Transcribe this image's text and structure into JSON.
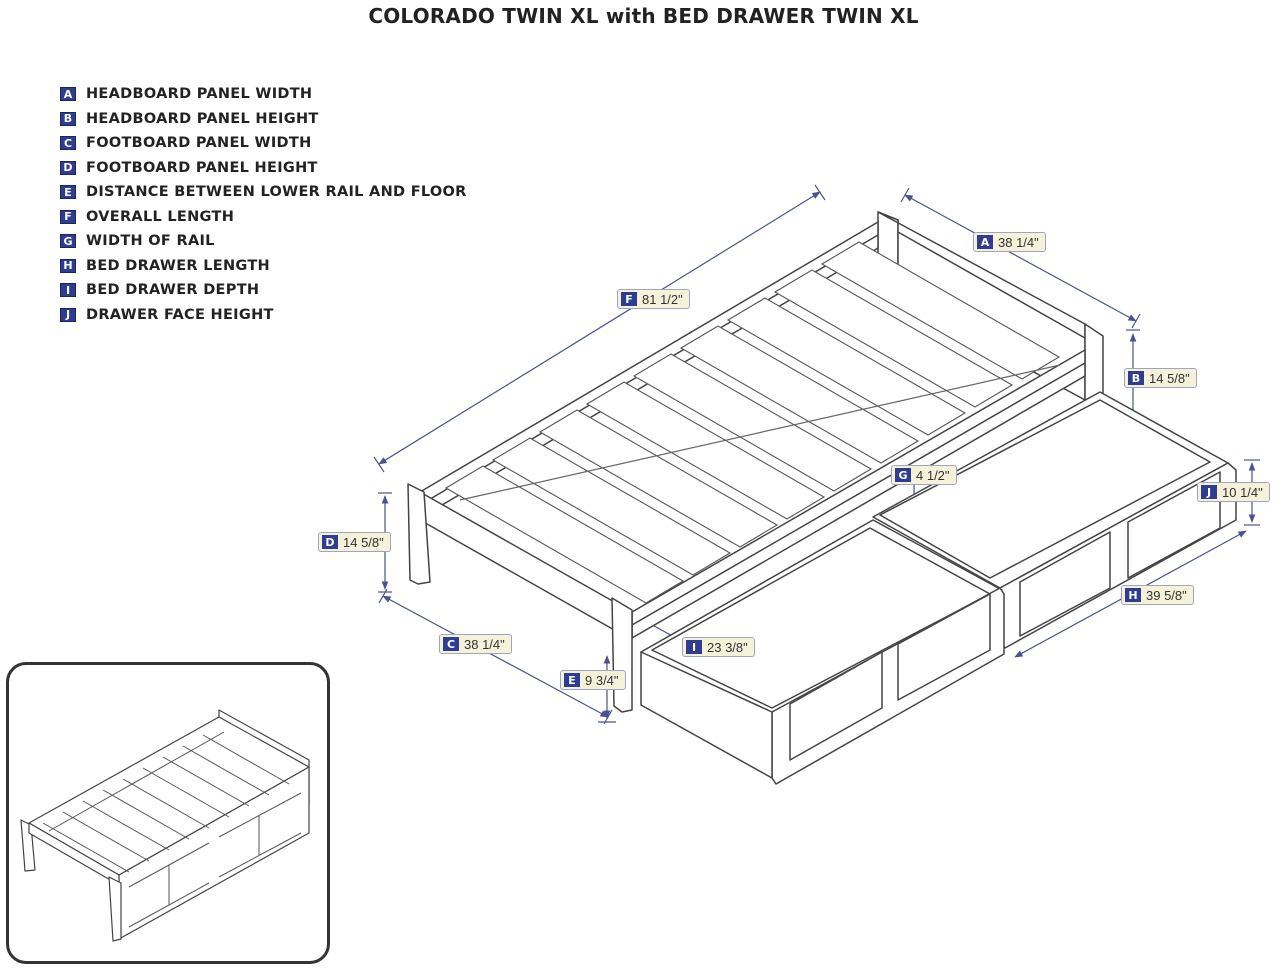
{
  "title": "COLORADO TWIN XL with BED DRAWER TWIN XL",
  "legend": [
    {
      "key": "A",
      "label": "HEADBOARD PANEL WIDTH"
    },
    {
      "key": "B",
      "label": "HEADBOARD PANEL HEIGHT"
    },
    {
      "key": "C",
      "label": "FOOTBOARD PANEL WIDTH"
    },
    {
      "key": "D",
      "label": "FOOTBOARD PANEL HEIGHT"
    },
    {
      "key": "E",
      "label": "DISTANCE BETWEEN LOWER RAIL AND FLOOR"
    },
    {
      "key": "F",
      "label": "OVERALL LENGTH"
    },
    {
      "key": "G",
      "label": "WIDTH OF RAIL"
    },
    {
      "key": "H",
      "label": "BED DRAWER LENGTH"
    },
    {
      "key": "I",
      "label": "BED DRAWER DEPTH"
    },
    {
      "key": "J",
      "label": "DRAWER FACE HEIGHT"
    }
  ],
  "dimensions": [
    {
      "key": "A",
      "value": "38 1/4\""
    },
    {
      "key": "B",
      "value": "14 5/8\""
    },
    {
      "key": "C",
      "value": "38 1/4\""
    },
    {
      "key": "D",
      "value": "14 5/8\""
    },
    {
      "key": "E",
      "value": "9 3/4\""
    },
    {
      "key": "F",
      "value": "81 1/2\""
    },
    {
      "key": "G",
      "value": "4 1/2\""
    },
    {
      "key": "H",
      "value": "39 5/8\""
    },
    {
      "key": "I",
      "value": "23 3/8\""
    },
    {
      "key": "J",
      "value": "10 1/4\""
    }
  ]
}
